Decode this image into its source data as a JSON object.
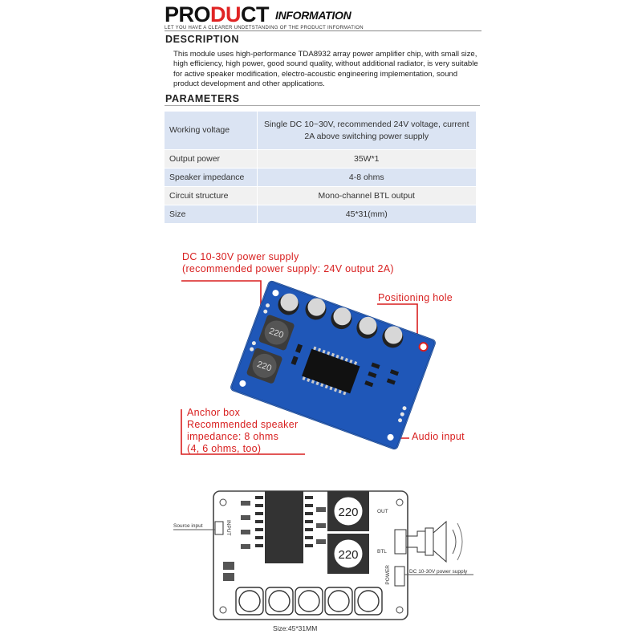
{
  "header": {
    "logo_a": "PRO",
    "logo_b": "DU",
    "logo_c": "CT",
    "logo_sub": "INFORMATION",
    "tagline": "LET YOU HAVE A CLEARER UNDETSTANDING OF THE PRODUCT INFORMATION"
  },
  "description": {
    "title": "DESCRIPTION",
    "text": "This module uses high-performance TDA8932 array power amplifier chip, with small size, high efficiency, high power, good sound quality, without additional radiator, is very suitable for active speaker modification, electro-acoustic engineering implementation, sound product development and other applications."
  },
  "parameters": {
    "title": "PARAMETERS",
    "rows": [
      {
        "key": "Working voltage",
        "value": "Single DC 10~30V, recommended 24V voltage, current 2A above switching power supply"
      },
      {
        "key": "Output power",
        "value": "35W*1"
      },
      {
        "key": "Speaker impedance",
        "value": "4-8 ohms"
      },
      {
        "key": "Circuit structure",
        "value": "Mono-channel BTL output"
      },
      {
        "key": "Size",
        "value": "45*31(mm)"
      }
    ]
  },
  "callouts": {
    "power_line1": "DC 10-30V power supply",
    "power_line2": "(recommended power supply: 24V output 2A)",
    "positioning": "Positioning hole",
    "anchor_line1": "Anchor box",
    "anchor_line2": "Recommended speaker",
    "anchor_line3": "impedance: 8 ohms",
    "anchor_line4": "(4, 6 ohms, too)",
    "audio": "Audio input"
  },
  "diagram": {
    "source_input": "Source input",
    "input_label": "INPUT",
    "out_label": "OUT",
    "btl_label": "BTL",
    "power_label": "POWER",
    "dc_label": "DC 10-30V power supply",
    "inductor_top": "220",
    "inductor_bottom": "220",
    "board_inductor_1": "220",
    "board_inductor_2": "220",
    "size_label": "Size:45*31MM"
  },
  "colors": {
    "accent_red": "#d81f1f",
    "table_blue": "#dbe4f3",
    "table_gray": "#f1f1f1",
    "pcb_blue": "#1f57b8"
  }
}
